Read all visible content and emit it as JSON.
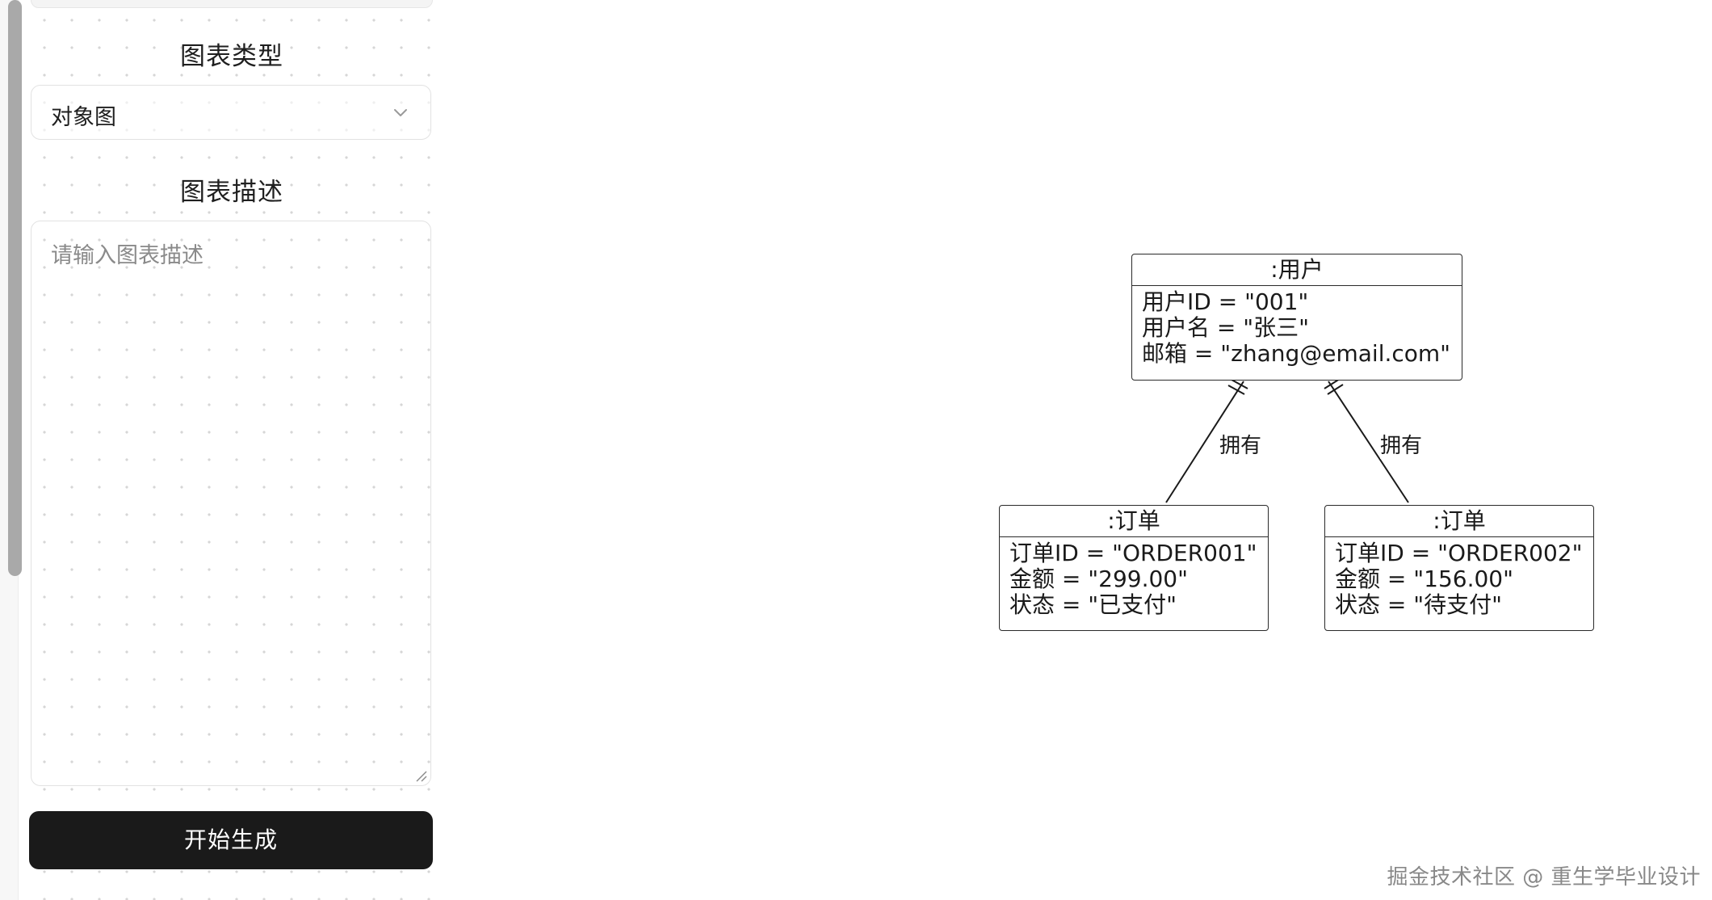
{
  "sidebar": {
    "type_section_title": "图表类型",
    "chart_type_selected": "对象图",
    "desc_section_title": "图表描述",
    "desc_placeholder": "请输入图表描述",
    "generate_label": "开始生成"
  },
  "diagram": {
    "user": {
      "title": ":用户",
      "attrs": [
        "用户ID = \"001\"",
        "用户名 = \"张三\"",
        "邮箱 = \"zhang@email.com\""
      ]
    },
    "order1": {
      "title": ":订单",
      "attrs": [
        "订单ID = \"ORDER001\"",
        "金额 = \"299.00\"",
        "状态 = \"已支付\""
      ]
    },
    "order2": {
      "title": ":订单",
      "attrs": [
        "订单ID = \"ORDER002\"",
        "金额 = \"156.00\"",
        "状态 = \"待支付\""
      ]
    },
    "relation_left_label": "拥有",
    "relation_right_label": "拥有"
  },
  "watermark": "掘金技术社区 @ 重生学毕业设计"
}
